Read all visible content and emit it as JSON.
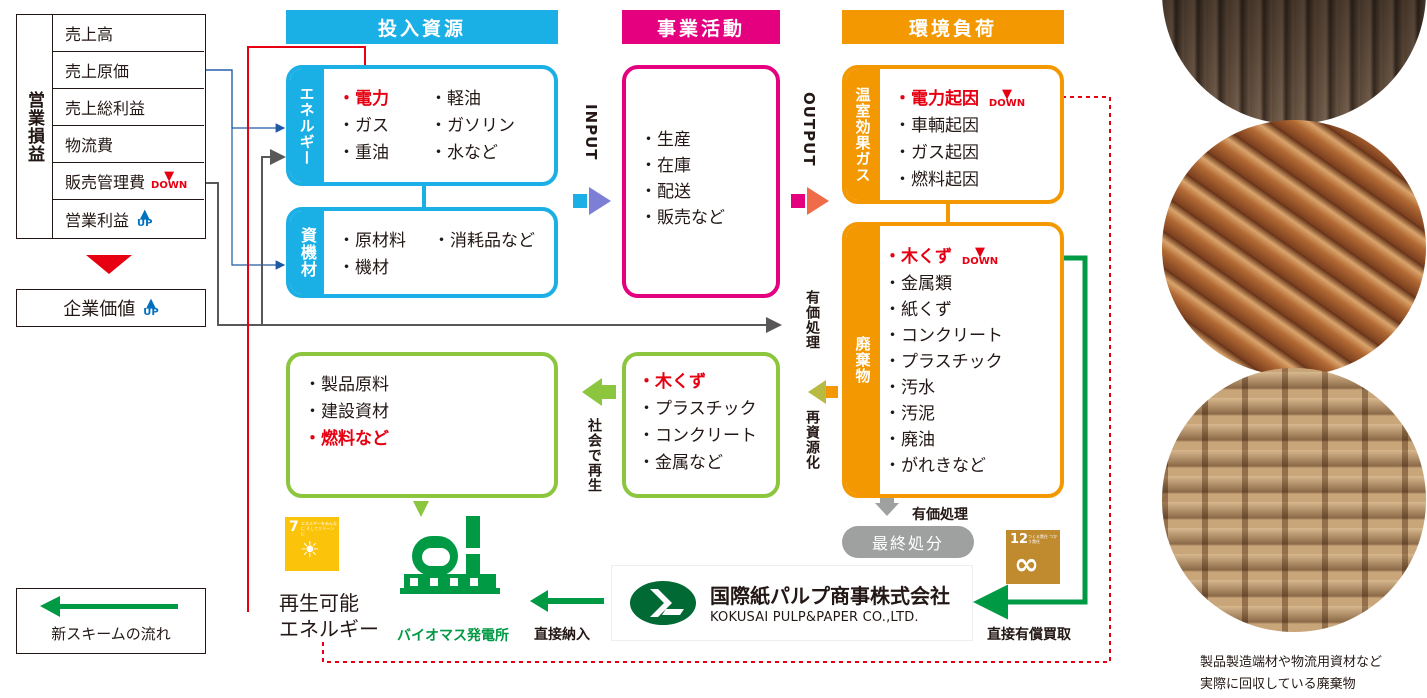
{
  "pl": {
    "side_label": "営業損益",
    "rows": [
      "売上高",
      "売上原価",
      "売上総利益",
      "物流費",
      "販売管理費",
      "営業利益"
    ],
    "down_badge": "DOWN",
    "up_badge": "UP",
    "value_label": "企業価値"
  },
  "legend": {
    "label": "新スキームの流れ"
  },
  "input_panel": {
    "title": "投入資源",
    "energy_label": "エネルギー",
    "energy_items": [
      "・電力",
      "・軽油",
      "・ガス",
      "・ガソリン",
      "・重油",
      "・水など"
    ],
    "materials_label": "資機材",
    "material_items": [
      "・原材料",
      "・消耗品など",
      "・機材"
    ]
  },
  "business_panel": {
    "title": "事業活動",
    "items": [
      "・生産",
      "・在庫",
      "・配送",
      "・販売など"
    ]
  },
  "impact_panel": {
    "title": "環境負荷",
    "ghg_label": "温室効果ガス",
    "ghg_items": [
      "・電力起因",
      "・車輌起因",
      "・ガス起因",
      "・燃料起因"
    ],
    "waste_label": "廃棄物",
    "waste_items": [
      "・木くず",
      "・金属類",
      "・紙くず",
      "・コンクリート",
      "・プラスチック",
      "・汚水",
      "・汚泥",
      "・廃油",
      "・がれきなど"
    ],
    "final_disposal": "最終処分"
  },
  "flow_labels": {
    "input": "INPUT",
    "output": "OUTPUT",
    "valuable_1": "有価処理",
    "valuable_2": "有価処理",
    "recycle": "再資源化",
    "reuse": "社会で再生",
    "direct_purchase": "直接有償買取",
    "direct_delivery": "直接納入"
  },
  "recycled_items": [
    "・木くず",
    "・プラスチック",
    "・コンクリート",
    "・金属など"
  ],
  "products_items": [
    "・製品原料",
    "・建設資材",
    "・燃料など"
  ],
  "sdg7": {
    "number": "7",
    "text": "エネルギーをみんなに そしてクリーンに"
  },
  "sdg12": {
    "number": "12",
    "text": "つくる責任 つかう責任"
  },
  "biomass_label": "バイオマス発電所",
  "renewable_label": [
    "再生可能",
    "エネルギー"
  ],
  "company": {
    "name_ja": "国際紙パルプ商事株式会社",
    "name_en": "KOKUSAI PULP&PAPER CO.,LTD."
  },
  "photo_caption": [
    "製品製造端材や物流用資材など",
    "実際に回収している廃棄物"
  ],
  "colors": {
    "blue": "#1ab0e6",
    "magenta": "#e4007f",
    "orange": "#f39800",
    "green": "#8cc63f",
    "dark_green": "#009944",
    "red": "#e60012",
    "sdg7": "#fcc30b",
    "sdg12": "#bf8b2e"
  },
  "icons": [
    "arrow-down-icon",
    "arrow-up-icon",
    "biomass-plant-icon",
    "sun-icon",
    "infinity-icon",
    "kp-logo-icon"
  ]
}
